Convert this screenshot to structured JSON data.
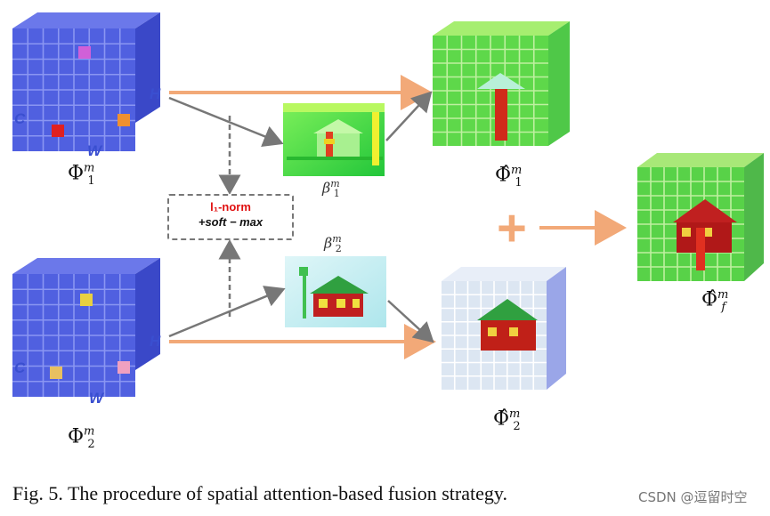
{
  "labels": {
    "phi1": "Φ",
    "phi1_sub": "1",
    "phi1_sup": "m",
    "phi2": "Φ",
    "phi2_sub": "2",
    "phi2_sup": "m",
    "phi1_hat": "Φ̂",
    "phi1_hat_sub": "1",
    "phi1_hat_sup": "m",
    "phi2_hat": "Φ̂",
    "phi2_hat_sub": "2",
    "phi2_hat_sup": "m",
    "phif_hat": "Φ̂",
    "phif_hat_sub": "f",
    "phif_hat_sup": "m",
    "beta1": "β",
    "beta1_sub": "1",
    "beta1_sup": "m",
    "beta2": "β",
    "beta2_sub": "2",
    "beta2_sup": "m"
  },
  "axes": {
    "c1": "C",
    "w1": "W",
    "h1": "H",
    "c2": "C",
    "w2": "W",
    "h2": "H"
  },
  "box": {
    "l1": "l₁-norm",
    "softmax": "+soft − max"
  },
  "plus": "+",
  "caption": "Fig. 5.  The procedure of spatial attention-based fusion strategy.",
  "watermark": "CSDN @逗留时空",
  "colors": {
    "cube": "#5060e0",
    "cube_dark": "#3a48c8",
    "orange": "#f2a978",
    "gray": "#777777",
    "green": "#3fd24a",
    "red": "#e01010"
  }
}
